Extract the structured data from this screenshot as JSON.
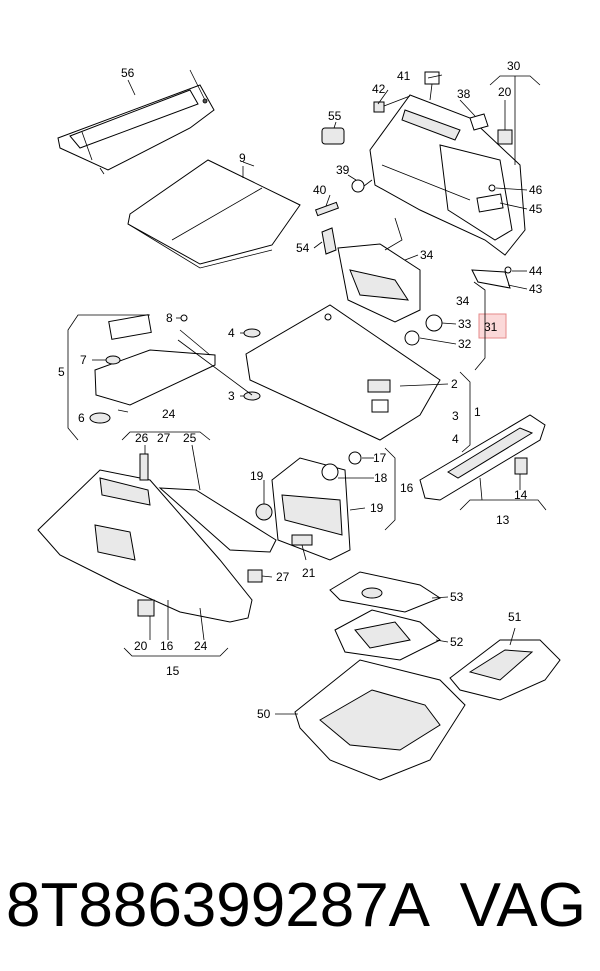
{
  "caption": {
    "part_number": "8T886399287A",
    "brand": "VAG"
  },
  "callouts": [
    "56",
    "9",
    "41",
    "30",
    "42",
    "38",
    "20",
    "55",
    "39",
    "46",
    "45",
    "40",
    "54",
    "34",
    "44",
    "43",
    "31",
    "33",
    "32",
    "8",
    "4",
    "7",
    "5",
    "3",
    "2",
    "1",
    "6",
    "24",
    "26",
    "27",
    "25",
    "17",
    "18",
    "16",
    "19",
    "21",
    "14",
    "13",
    "53",
    "52",
    "51",
    "50",
    "15"
  ]
}
